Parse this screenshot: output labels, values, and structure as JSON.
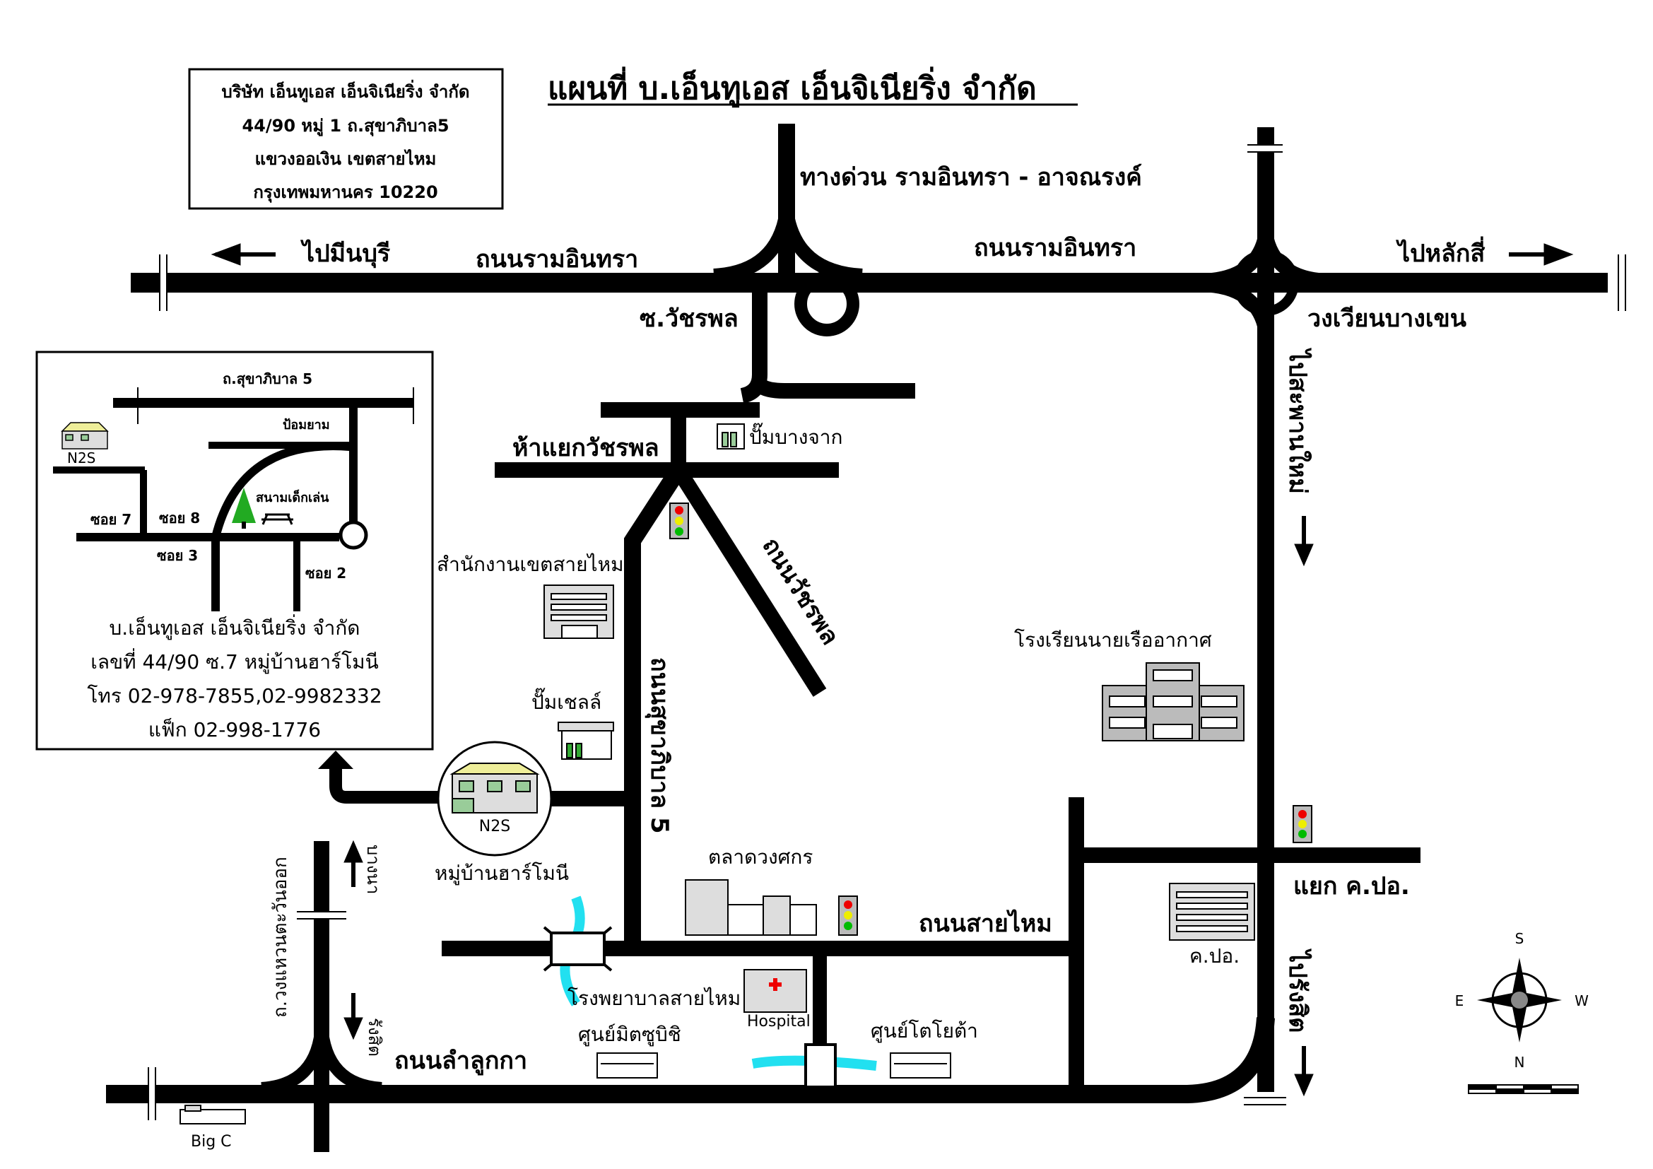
{
  "title": "แผนที่ บ.เอ็นทูเอส เอ็นจิเนียริ่ง จำกัด",
  "address_box": {
    "line1": "บริษัท เอ็นทูเอส เอ็นจิเนียริ่ง จำกัด",
    "line2": "44/90 หมู่ 1 ถ.สุขาภิบาล5",
    "line3": "แขวงออเงิน เขตสายไหม",
    "line4": "กรุงเทพมหานคร 10220"
  },
  "inset": {
    "road_top": "ถ.สุขาภิบาล 5",
    "pomyam": "ป้อมยาม",
    "n2s": "N2S",
    "playground": "สนามเด็กเล่น",
    "soi7": "ซอย 7",
    "soi8": "ซอย 8",
    "soi3": "ซอย 3",
    "soi2": "ซอย 2",
    "company": "บ.เอ็นทูเอส เอ็นจิเนียริ่ง จำกัด",
    "address": "เลขที่ 44/90 ซ.7 หมู่บ้านฮาร์โมนี",
    "phone": "โทร 02-978-7855,02-9982332",
    "fax": "แฟ็ก 02-998-1776"
  },
  "labels": {
    "expressway": "ทางด่วน รามอินทรา - อาจณรงค์",
    "to_minburi": "ไปมีนบุรี",
    "ramintra_left": "ถนนรามอินทรา",
    "ramintra_right": "ถนนรามอินทรา",
    "to_laksi": "ไปหลักสี่",
    "soi_watcharaphon": "ซ.วัชรพล",
    "roundabout": "วงเวียนบางเขน",
    "to_saphanmai": "ไปสะพานใหม่",
    "junction_watcharaphon": "ห้าแยกวัชรพล",
    "pump_bangchak": "ปั๊มบางจาก",
    "watcharaphon_road": "ถนนวัชรพล",
    "saimai_office": "สำนักงานเขตสายไหม",
    "sukhaphiban5": "ถนนสุขาภิบาล 5",
    "pump_shell": "ปั๊มเชลล์",
    "navy_school": "โรงเรียนนายเรืออากาศ",
    "harmony_village": "หมู่บ้านฮาร์โมนี",
    "n2s_circle": "N2S",
    "talad": "ตลาดวงศกร",
    "saimai_road": "ถนนสายไหม",
    "kpo_junction": "แยก ค.ปอ.",
    "kpo": "ค.ปอ.",
    "hospital_thai": "โรงพยาบาลสายไหม",
    "hospital_en": "Hospital",
    "mitsubishi": "ศูนย์มิตซูบิชิ",
    "toyota": "ศูนย์โตโยต้า",
    "lamlukka": "ถนนลำลูกกา",
    "to_rangsit_right": "ไปรังสิต",
    "bangna": "บางนา",
    "kanchanaphisek": "ถ.วงแหวนตะวันออก",
    "rangsit_left": "รังสิต",
    "bigc": "Big C",
    "compass": {
      "s": "S",
      "e": "E",
      "w": "W",
      "n": "N"
    }
  }
}
